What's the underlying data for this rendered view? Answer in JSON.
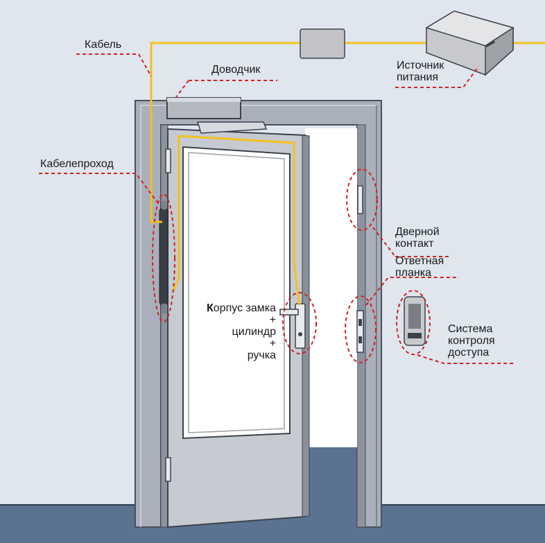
{
  "colors": {
    "wall": "#dfe6ee",
    "floor": "#5b7290",
    "frame": "#a9b0bb",
    "frame_dark": "#5f6672",
    "door_leaf": "#c6cbd2",
    "glass": "#ffffff",
    "cable": "#f3c21b",
    "callout_line": "#d42020",
    "device_gray": "#9a9a9a"
  },
  "labels": {
    "cable": "Кабель",
    "closer": "Доводчик",
    "cable_pass": "Кабелепроход",
    "power_supply_1": "Источник",
    "power_supply_2": "питания",
    "door_contact_1": "Дверной",
    "door_contact_2": "контакт",
    "strike_1": "Ответная",
    "strike_2": "планка",
    "lock_body_first": "К",
    "lock_body_rest": "орпус замка",
    "plus_1": "+",
    "cylinder": "цилиндр",
    "plus_2": "+",
    "handle": "ручка",
    "access_1": "Система",
    "access_2": "контроля",
    "access_3": "доступа"
  }
}
